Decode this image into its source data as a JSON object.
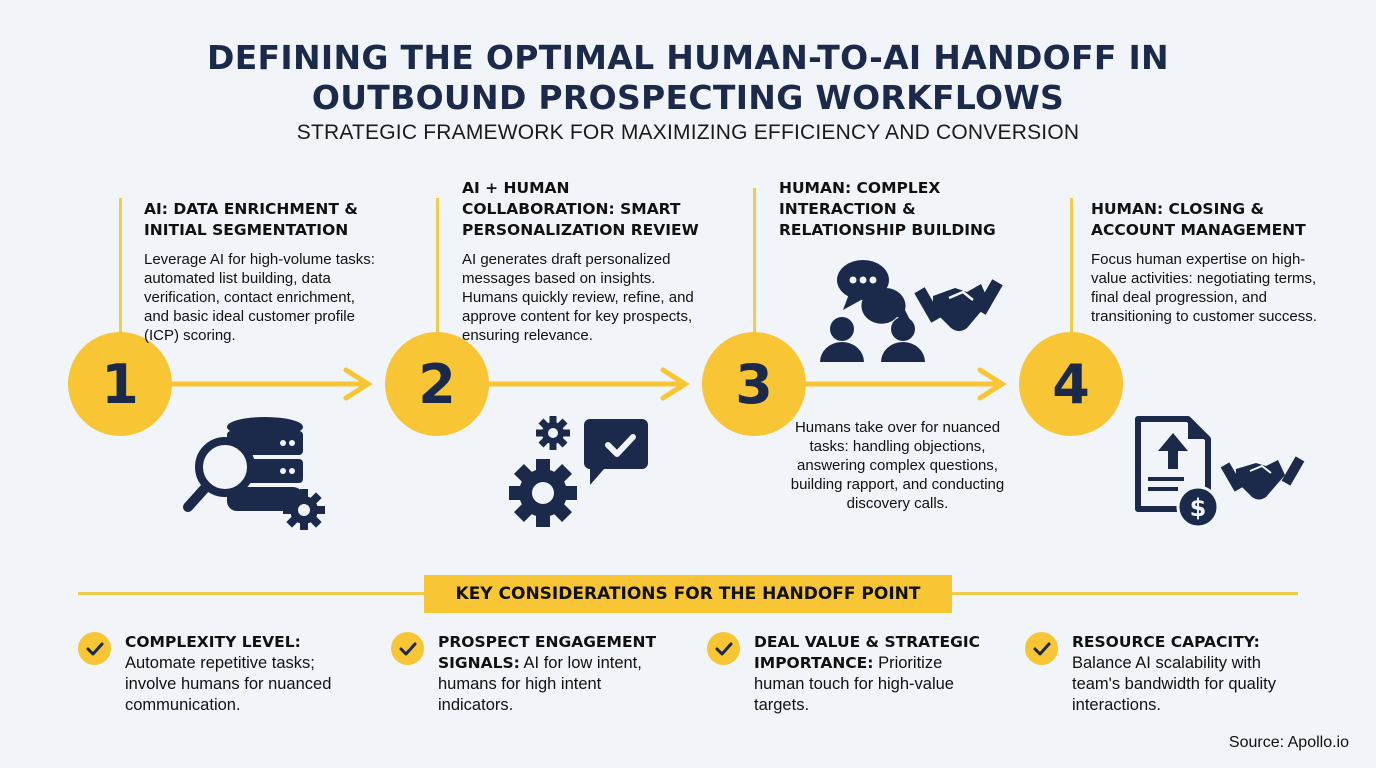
{
  "header": {
    "title_line1": "DEFINING THE OPTIMAL HUMAN-TO-AI HANDOFF IN",
    "title_line2": "OUTBOUND PROSPECTING WORKFLOWS",
    "subtitle": "STRATEGIC FRAMEWORK FOR MAXIMIZING EFFICIENCY AND CONVERSION"
  },
  "steps": [
    {
      "number": "1",
      "title": [
        "AI: DATA ENRICHMENT &",
        "INITIAL SEGMENTATION"
      ],
      "description": "Leverage AI for high-volume tasks: automated list building, data verification, contact enrichment, and basic ideal customer profile (ICP) scoring.",
      "icon": "database-search-gear-icon"
    },
    {
      "number": "2",
      "title": [
        "AI + HUMAN",
        "COLLABORATION: SMART",
        "PERSONALIZATION REVIEW"
      ],
      "description": "AI generates draft personalized messages based on insights. Humans quickly review, refine, and approve content for key prospects, ensuring relevance.",
      "icon": "gears-approval-message-icon"
    },
    {
      "number": "3",
      "title": [
        "HUMAN: COMPLEX",
        "INTERACTION &",
        "RELATIONSHIP BUILDING"
      ],
      "description": "Humans take over for nuanced tasks: handling objections, answering complex questions, building rapport, and conducting discovery calls.",
      "icon": "people-conversation-handshake-icon"
    },
    {
      "number": "4",
      "title": [
        "HUMAN: CLOSING &",
        "ACCOUNT MANAGEMENT"
      ],
      "description": "Focus human expertise on high-value activities: negotiating terms, final deal progression, and transitioning to customer success.",
      "icon": "contract-dollar-handshake-icon"
    }
  ],
  "considerations": {
    "heading": "KEY CONSIDERATIONS FOR THE HANDOFF POINT",
    "items": [
      {
        "label": "COMPLEXITY LEVEL:",
        "text": "Automate repetitive tasks; involve humans for nuanced communication."
      },
      {
        "label": "PROSPECT ENGAGEMENT SIGNALS:",
        "text": "AI for low intent, humans for high intent indicators."
      },
      {
        "label": "DEAL VALUE & STRATEGIC IMPORTANCE:",
        "text": "Prioritize human touch for high-value targets."
      },
      {
        "label": "RESOURCE CAPACITY:",
        "text": "Balance AI scalability with team's bandwidth for quality interactions."
      }
    ]
  },
  "source": "Source: Apollo.io",
  "colors": {
    "accent_yellow": "#f8c534",
    "navy": "#1b2a4a",
    "background": "#f1f5fa"
  }
}
